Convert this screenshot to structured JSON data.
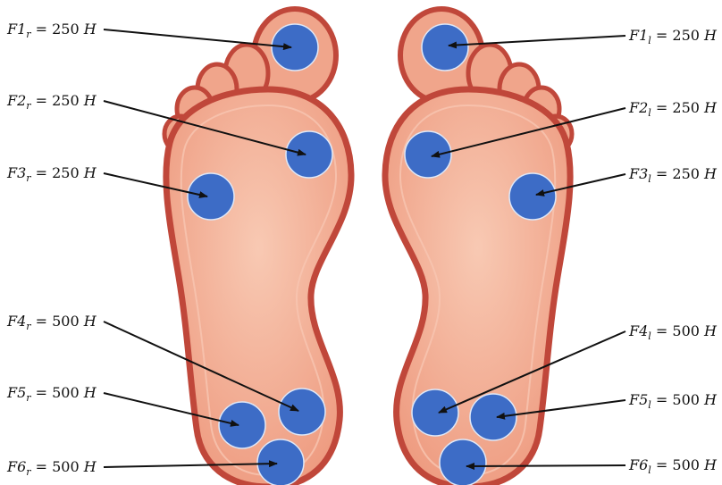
{
  "labels": {
    "right": [
      {
        "base": "F1",
        "sub": "r",
        "value": "250",
        "unit": "H"
      },
      {
        "base": "F2",
        "sub": "r",
        "value": "250",
        "unit": "H"
      },
      {
        "base": "F3",
        "sub": "r",
        "value": "250",
        "unit": "H"
      },
      {
        "base": "F4",
        "sub": "r",
        "value": "500",
        "unit": "H"
      },
      {
        "base": "F5",
        "sub": "r",
        "value": "500",
        "unit": "H"
      },
      {
        "base": "F6",
        "sub": "r",
        "value": "500",
        "unit": "H"
      }
    ],
    "left": [
      {
        "base": "F1",
        "sub": "l",
        "value": "250",
        "unit": "H"
      },
      {
        "base": "F2",
        "sub": "l",
        "value": "250",
        "unit": "H"
      },
      {
        "base": "F3",
        "sub": "l",
        "value": "250",
        "unit": "H"
      },
      {
        "base": "F4",
        "sub": "l",
        "value": "500",
        "unit": "H"
      },
      {
        "base": "F5",
        "sub": "l",
        "value": "500",
        "unit": "H"
      },
      {
        "base": "F6",
        "sub": "l",
        "value": "500",
        "unit": "H"
      }
    ]
  },
  "colors": {
    "sole_outline": "#c0473a",
    "sole_fill": "#f2a88e",
    "sole_inner": "#f6bfa8",
    "sensor": "#3d6cc6",
    "arrow": "#111111"
  }
}
